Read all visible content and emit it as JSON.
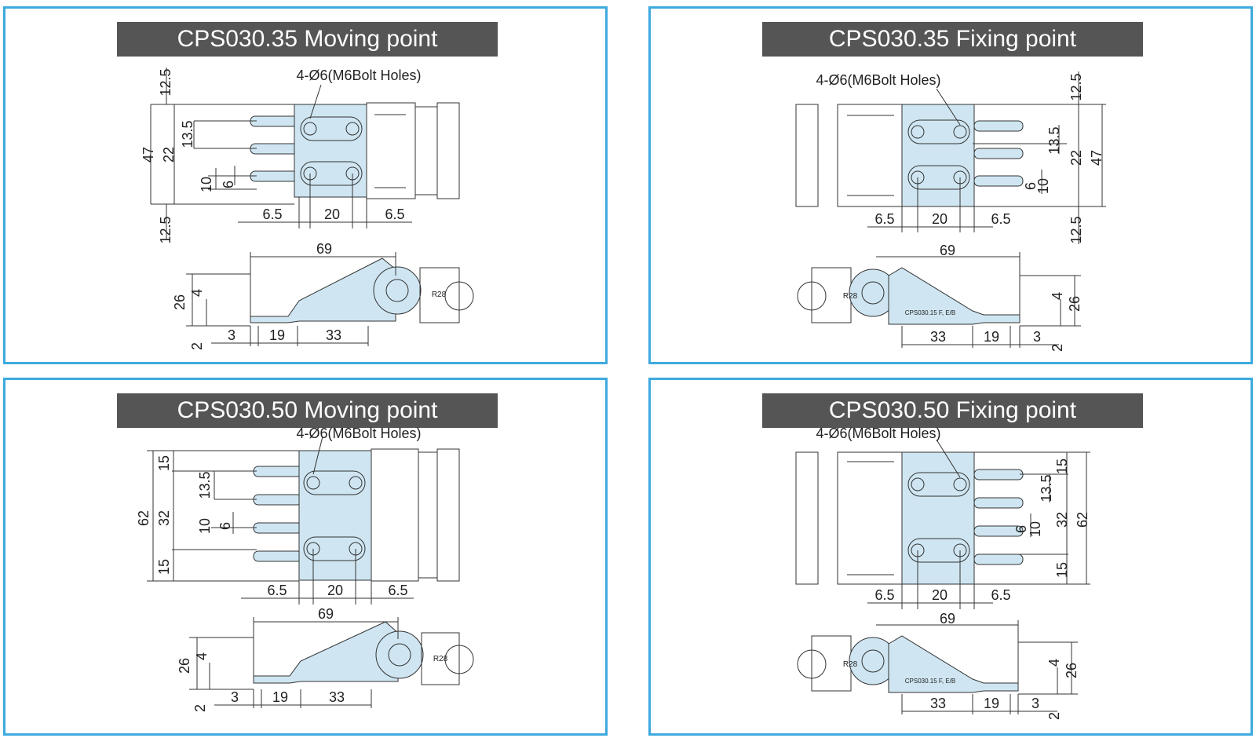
{
  "panels": [
    {
      "title": "CPS030.35  Moving point",
      "hole_callout": "4-Ø6(M6Bolt Holes)",
      "dims": {
        "top_margin": "12.5",
        "pitch": "13.5",
        "total": "47",
        "center": "22",
        "small_a": "10",
        "small_b": "6",
        "bottom_margin": "12.5",
        "edge_left": "6.5",
        "span": "20",
        "edge_right": "6.5"
      },
      "side": {
        "length": "69",
        "height": "26",
        "step": "4",
        "base": "2",
        "a": "3",
        "b": "19",
        "c": "33",
        "radius": "R28"
      }
    },
    {
      "title": "CPS030.35  Fixing point",
      "hole_callout": "4-Ø6(M6Bolt Holes)",
      "dims": {
        "top_margin": "12.5",
        "pitch": "13.5",
        "total": "47",
        "center": "22",
        "small_a": "10",
        "small_b": "6",
        "bottom_margin": "12.5",
        "edge_left": "6.5",
        "span": "20",
        "edge_right": "6.5"
      },
      "side": {
        "length": "69",
        "height": "26",
        "step": "4",
        "base": "2",
        "a": "3",
        "b": "19",
        "c": "33",
        "radius": "R28",
        "label": "CPS030.15 F, E/B"
      }
    },
    {
      "title": "CPS030.50  Moving point",
      "hole_callout": "4-Ø6(M6Bolt Holes)",
      "dims": {
        "top_margin": "15",
        "pitch": "13.5",
        "total": "62",
        "center": "32",
        "small_a": "10",
        "small_b": "6",
        "bottom_margin": "15",
        "edge_left": "6.5",
        "span": "20",
        "edge_right": "6.5"
      },
      "side": {
        "length": "69",
        "height": "26",
        "step": "4",
        "base": "2",
        "a": "3",
        "b": "19",
        "c": "33",
        "radius": "R28"
      }
    },
    {
      "title": "CPS030.50  Fixing point",
      "hole_callout": "4-Ø6(M6Bolt Holes)",
      "dims": {
        "top_margin": "15",
        "pitch": "13.5",
        "total": "62",
        "center": "32",
        "small_a": "10",
        "small_b": "6",
        "bottom_margin": "15",
        "edge_left": "6.5",
        "span": "20",
        "edge_right": "6.5"
      },
      "side": {
        "length": "69",
        "height": "26",
        "step": "4",
        "base": "2",
        "a": "3",
        "b": "19",
        "c": "33",
        "radius": "R28",
        "label": "CPS030.15 F, E/B"
      }
    }
  ],
  "colors": {
    "frame": "#3eaadf",
    "title_bg": "#555556",
    "part_fill": "#cfe6f2",
    "line": "#333333"
  }
}
